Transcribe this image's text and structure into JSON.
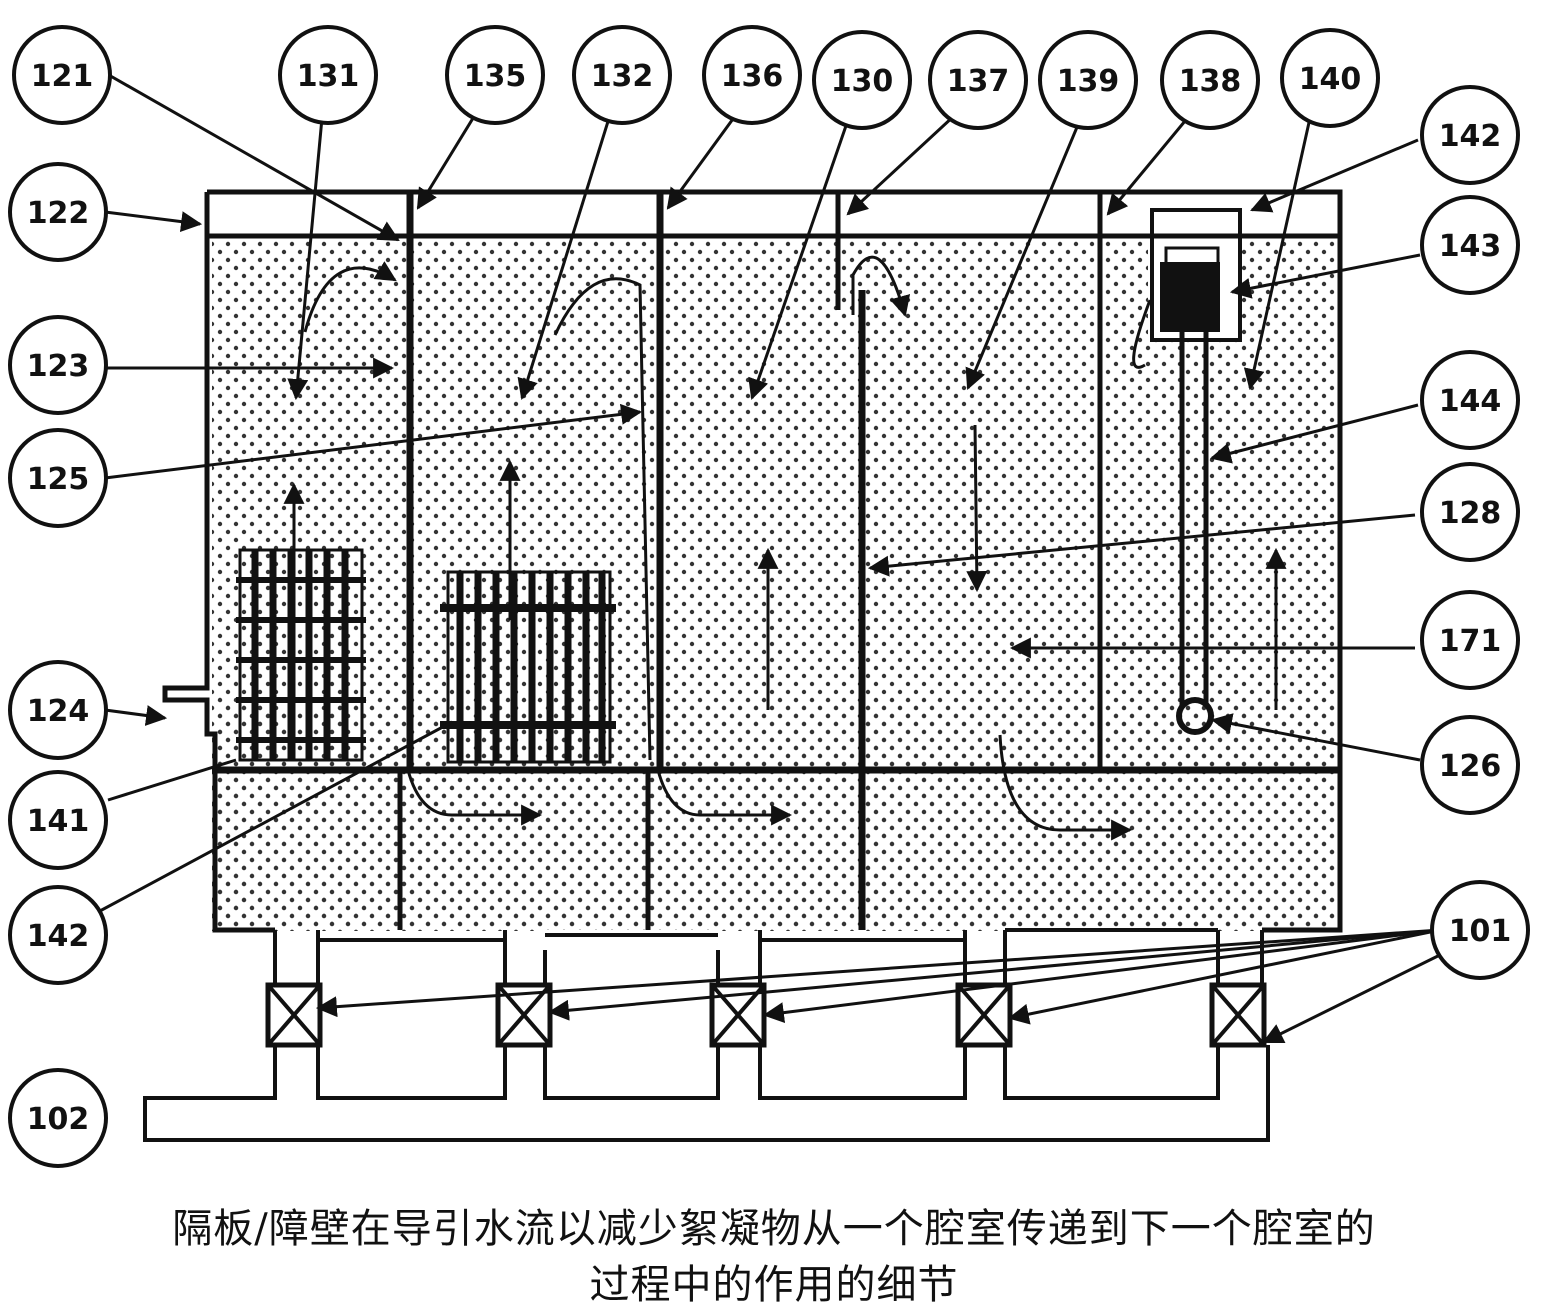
{
  "callouts": {
    "c121": "121",
    "c131": "131",
    "c135": "135",
    "c132": "132",
    "c136": "136",
    "c130": "130",
    "c137": "137",
    "c139": "139",
    "c138": "138",
    "c140": "140",
    "c142_top": "142",
    "c143": "143",
    "c122": "122",
    "c123": "123",
    "c125": "125",
    "c144": "144",
    "c128": "128",
    "c171": "171",
    "c124": "124",
    "c126": "126",
    "c141": "141",
    "c142_bottom": "142",
    "c101": "101",
    "c102": "102"
  },
  "caption": {
    "line1": "隔板/障壁在导引水流以减少絮凝物从一个腔室传递到下一个腔室的",
    "line2": "过程中的作用的细节"
  },
  "colors": {
    "ink": "#111111",
    "background": "#ffffff",
    "dots": "#333333"
  }
}
